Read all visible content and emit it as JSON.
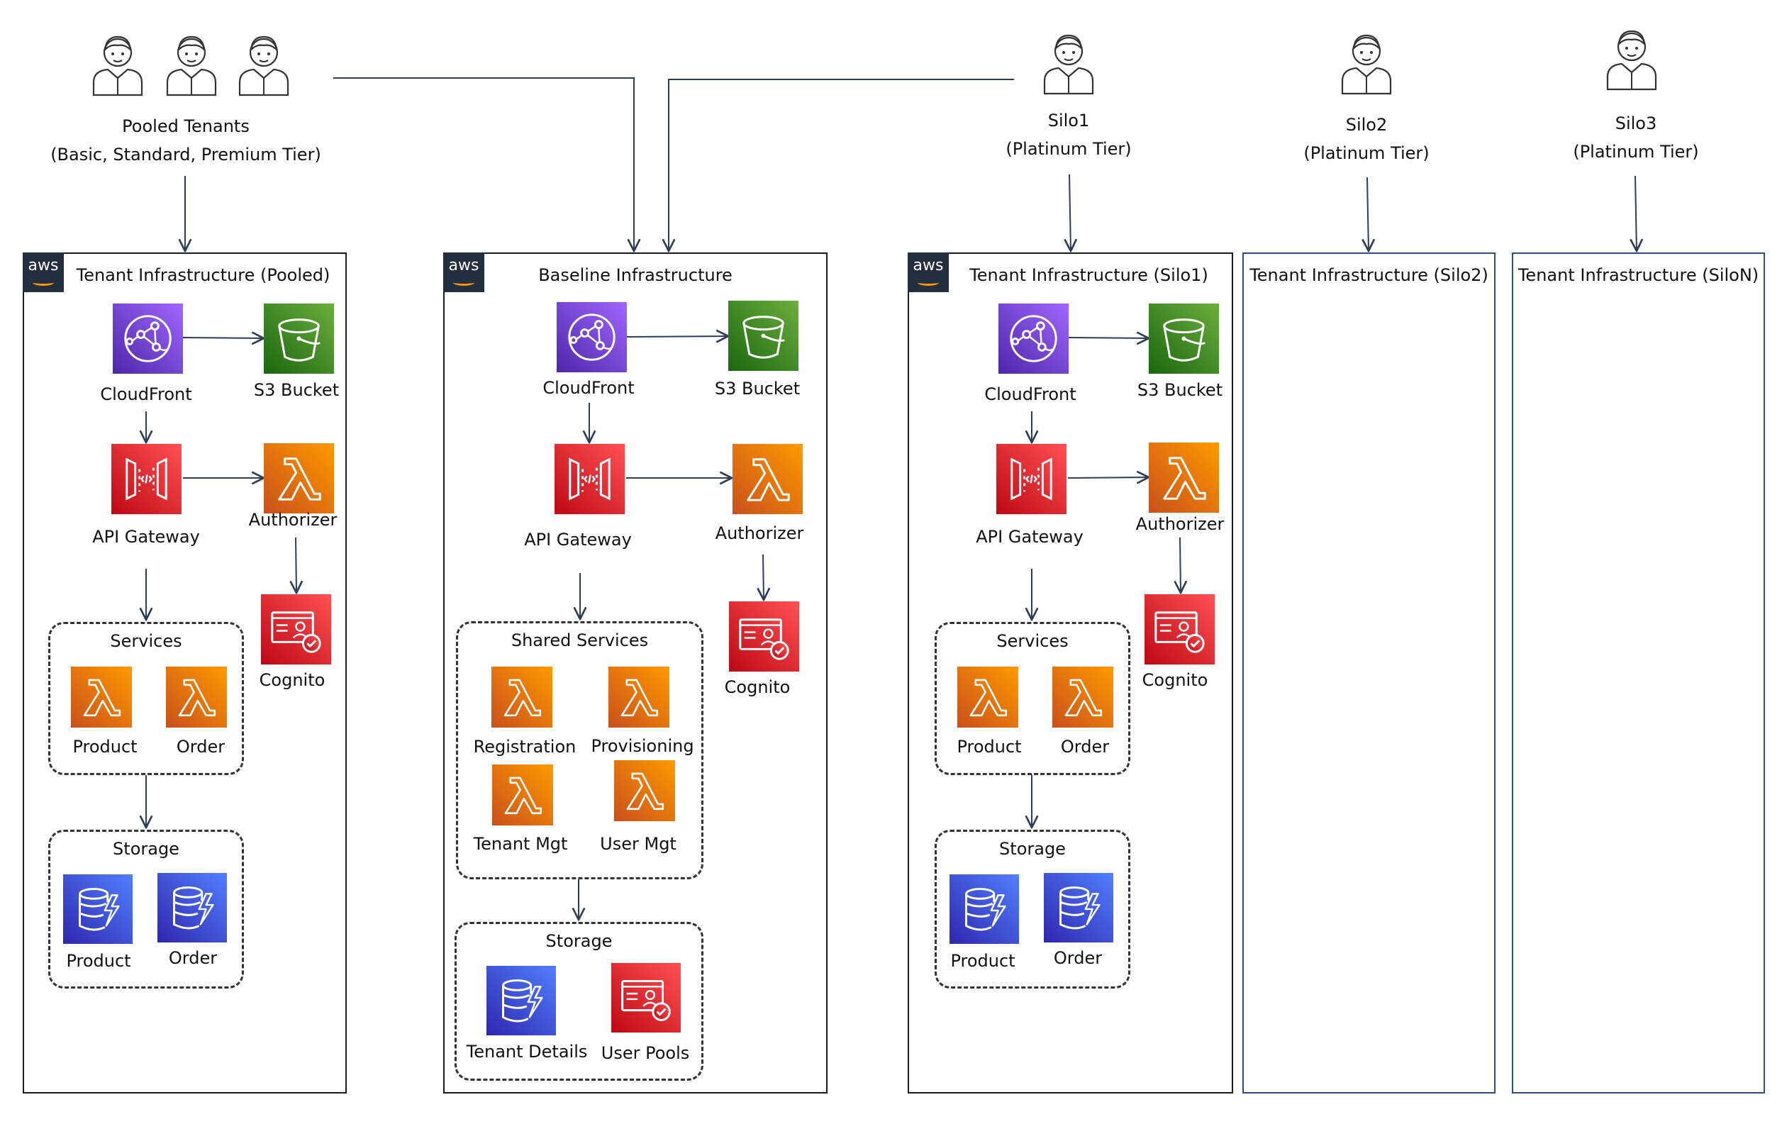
{
  "users": {
    "pooled": {
      "name": "Pooled Tenants",
      "tier": "(Basic, Standard, Premium Tier)"
    },
    "silo1": {
      "name": "Silo1",
      "tier": "(Platinum Tier)"
    },
    "silo2": {
      "name": "Silo2",
      "tier": "(Platinum Tier)"
    },
    "silo3": {
      "name": "Silo3",
      "tier": "(Platinum Tier)"
    }
  },
  "aws_logo_text": "aws",
  "pooled": {
    "title": "Tenant Infrastructure (Pooled)",
    "cloudfront": "CloudFront",
    "s3": "S3 Bucket",
    "apigw": "API Gateway",
    "authorizer": "Authorizer",
    "cognito": "Cognito",
    "services": {
      "title": "Services",
      "product": "Product",
      "order": "Order"
    },
    "storage": {
      "title": "Storage",
      "product": "Product",
      "order": "Order"
    }
  },
  "baseline": {
    "title": "Baseline Infrastructure",
    "cloudfront": "CloudFront",
    "s3": "S3 Bucket",
    "apigw": "API Gateway",
    "authorizer": "Authorizer",
    "cognito": "Cognito",
    "shared": {
      "title": "Shared Services",
      "registration": "Registration",
      "provisioning": "Provisioning",
      "tenant_mgt": "Tenant Mgt",
      "user_mgt": "User Mgt"
    },
    "storage": {
      "title": "Storage",
      "tenant_details": "Tenant Details",
      "user_pools": "User Pools"
    }
  },
  "silo1": {
    "title": "Tenant Infrastructure (Silo1)",
    "cloudfront": "CloudFront",
    "s3": "S3 Bucket",
    "apigw": "API Gateway",
    "authorizer": "Authorizer",
    "cognito": "Cognito",
    "services": {
      "title": "Services",
      "product": "Product",
      "order": "Order"
    },
    "storage": {
      "title": "Storage",
      "product": "Product",
      "order": "Order"
    }
  },
  "silo2": {
    "title": "Tenant Infrastructure (Silo2)"
  },
  "silon": {
    "title": "Tenant Infrastructure (SiloN)"
  },
  "colors": {
    "cloudfront": "#6a3de8",
    "s3": "#3f8624",
    "apigw": "#d82a36",
    "lambda": "#e26a12",
    "cognito": "#d82a36",
    "dynamodb": "#3340d6",
    "wire": "#2c3e57"
  },
  "icon_names": [
    "user-icon",
    "aws-logo",
    "cloudfront-icon",
    "s3-bucket-icon",
    "api-gateway-icon",
    "lambda-icon",
    "cognito-icon",
    "dynamodb-icon"
  ]
}
